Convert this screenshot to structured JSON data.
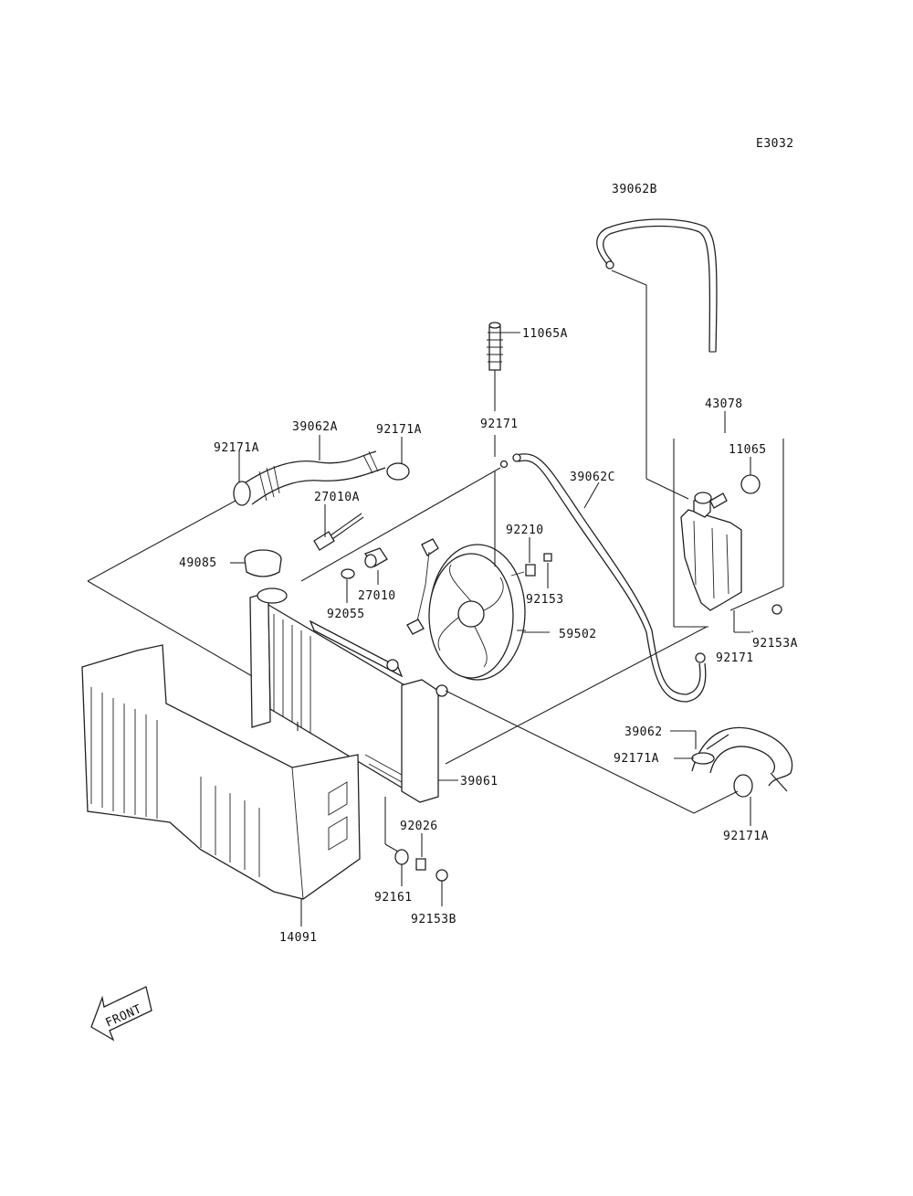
{
  "diagram": {
    "code": "E3032",
    "front_label": "FRONT",
    "labels": {
      "p39062B": "39062B",
      "p11065A": "11065A",
      "p43078": "43078",
      "p11065": "11065",
      "p92171_top": "92171",
      "p39062A": "39062A",
      "p92171A_left": "92171A",
      "p92171A_mid": "92171A",
      "p39062C": "39062C",
      "p27010A": "27010A",
      "p92210": "92210",
      "p49085": "49085",
      "p27010": "27010",
      "p92153": "92153",
      "p92055": "92055",
      "p59502": "59502",
      "p92153A": "92153A",
      "p92171_right": "92171",
      "p39062": "39062",
      "p92171A_right": "92171A",
      "p39061": "39061",
      "p92171A_bottom": "92171A",
      "p92026": "92026",
      "p92161": "92161",
      "p92153B": "92153B",
      "p14091": "14091"
    }
  }
}
